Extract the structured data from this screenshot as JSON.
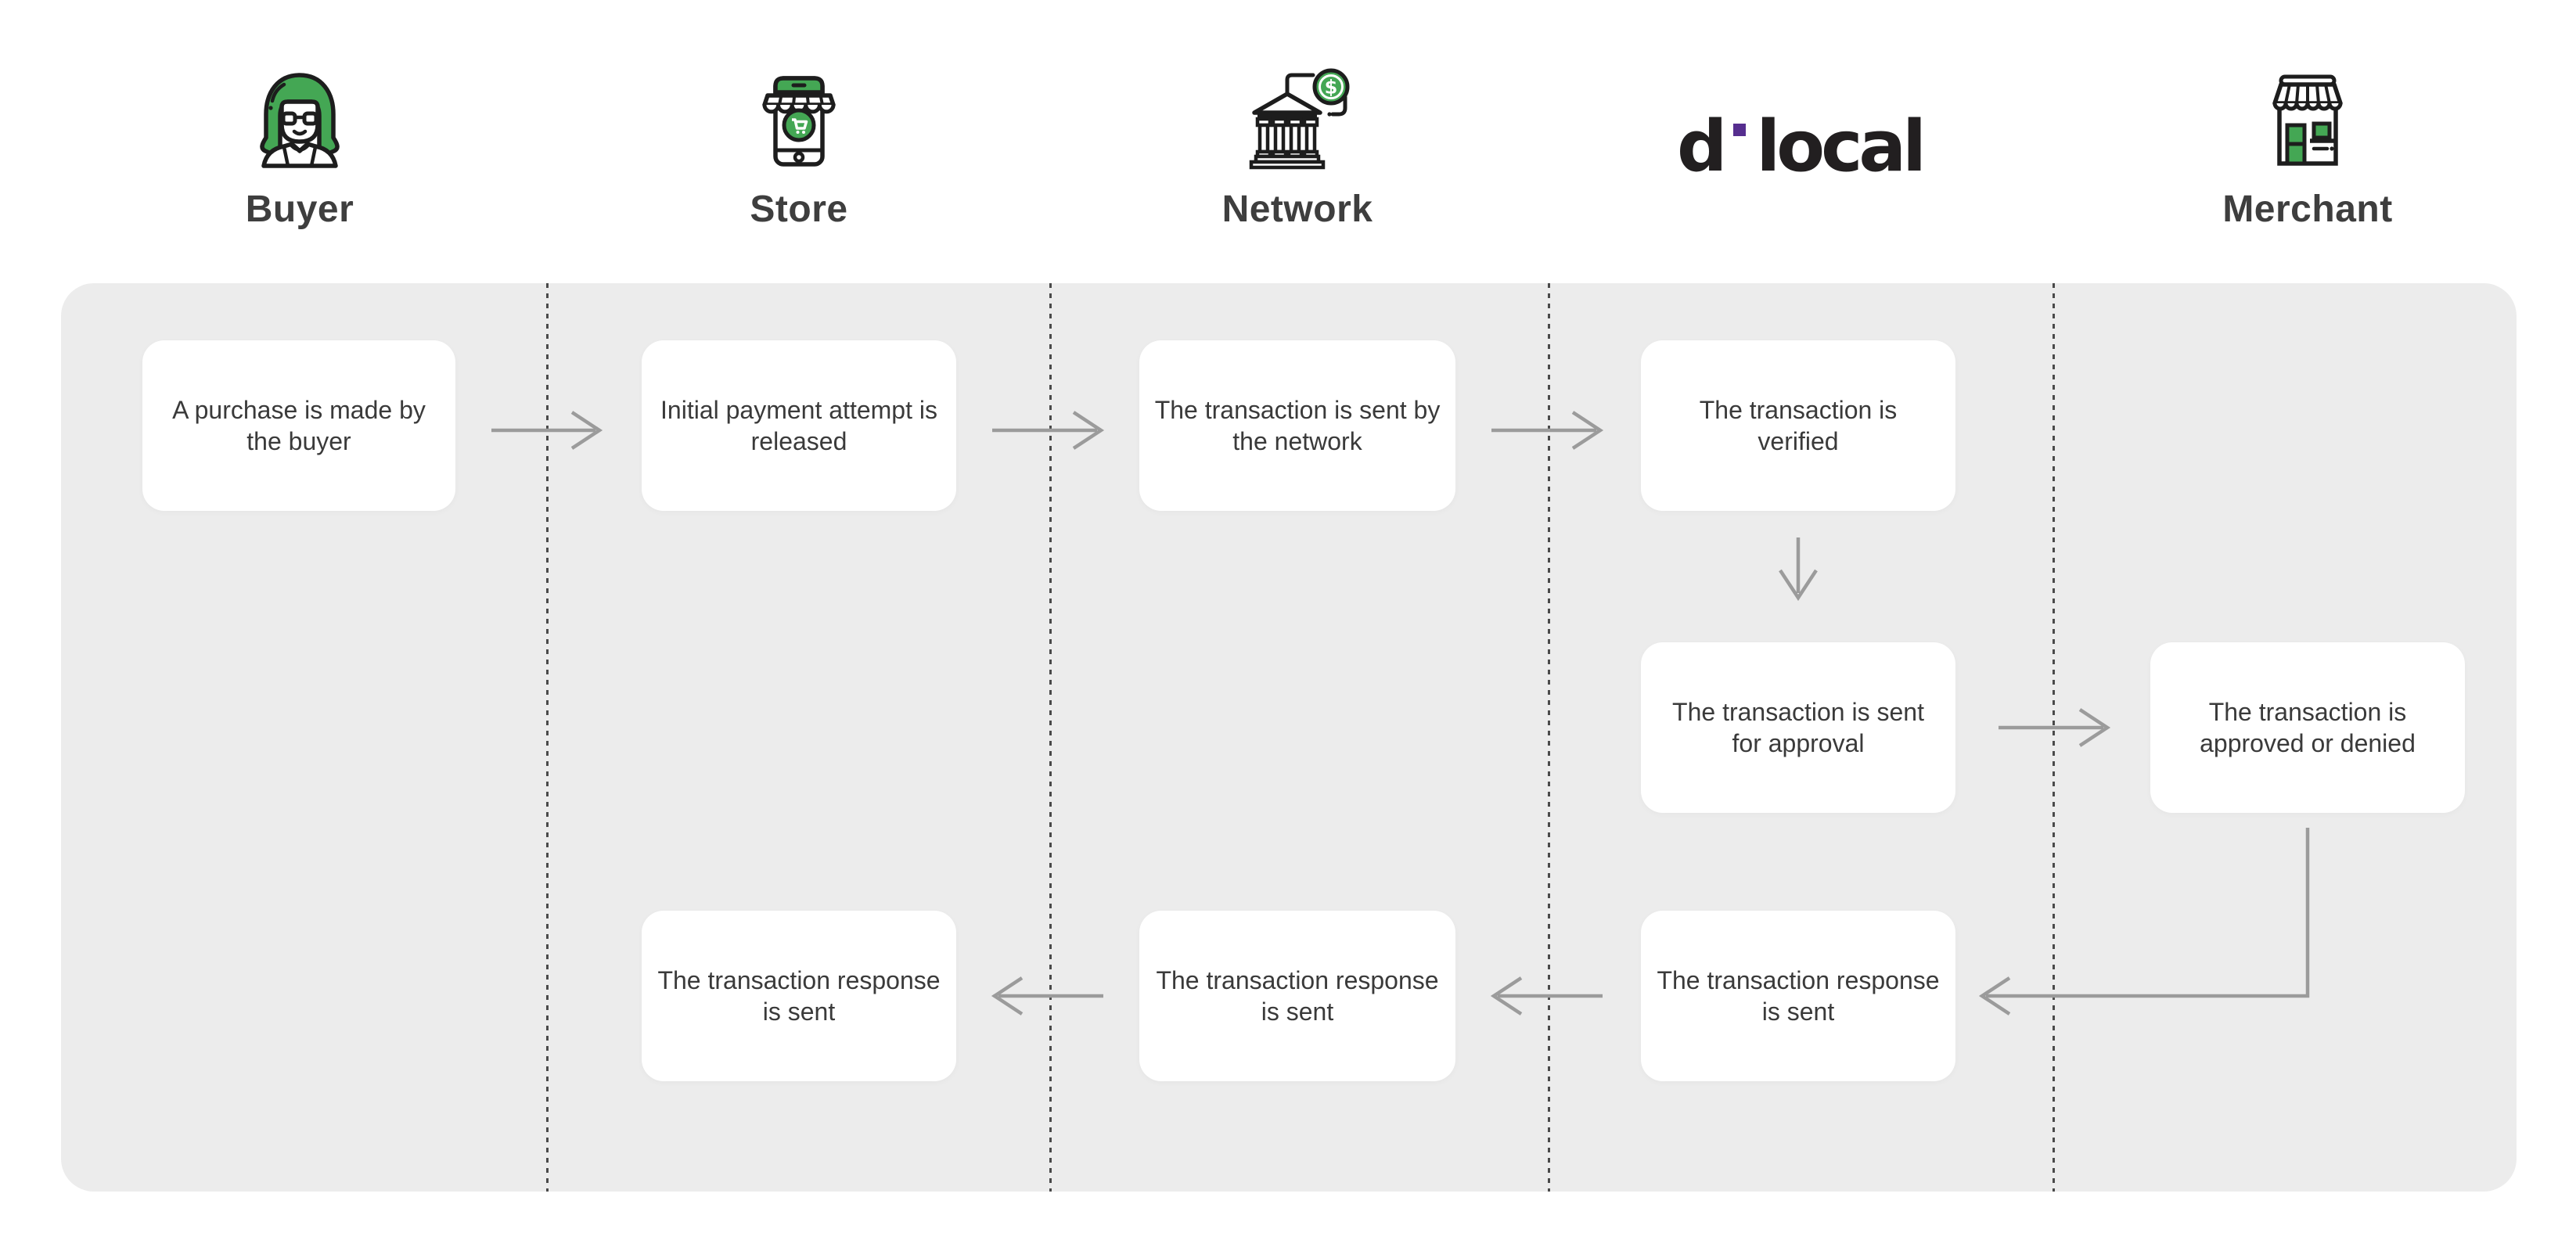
{
  "actors": {
    "buyer": {
      "label": "Buyer",
      "icon": "buyer-woman-icon"
    },
    "store": {
      "label": "Store",
      "icon": "store-phone-icon"
    },
    "network": {
      "label": "Network",
      "icon": "bank-network-icon"
    },
    "dlocal": {
      "logo_d": "d",
      "logo_local": "local",
      "icon": "dlocal-logo"
    },
    "merchant": {
      "label": "Merchant",
      "icon": "merchant-storefront-icon"
    }
  },
  "boxes": {
    "purchase_made": "A purchase is made by\nthe buyer",
    "initial_attempt": "Initial payment attempt is\nreleased",
    "sent_by_network": "The transaction is sent by\nthe network",
    "verified": "The transaction is\nverified",
    "sent_for_approval": "The transaction is sent\nfor approval",
    "approved_or_denied": "The transaction is\napproved or denied",
    "response_dlocal": "The transaction response\nis sent",
    "response_network": "The transaction response\nis sent",
    "response_store": "The transaction response\nis sent"
  },
  "colors": {
    "green": "#44A754",
    "purple": "#562E8F",
    "panel_bg": "#ECECEC",
    "box_bg": "#FFFFFF",
    "arrow": "#9B9B9B",
    "separator": "#4A4A4A",
    "box_text": "#3A3A3A",
    "heading_text": "#3E3E3E",
    "logo_dark": "#221F20",
    "icon_stroke": "#1D1D1D"
  }
}
